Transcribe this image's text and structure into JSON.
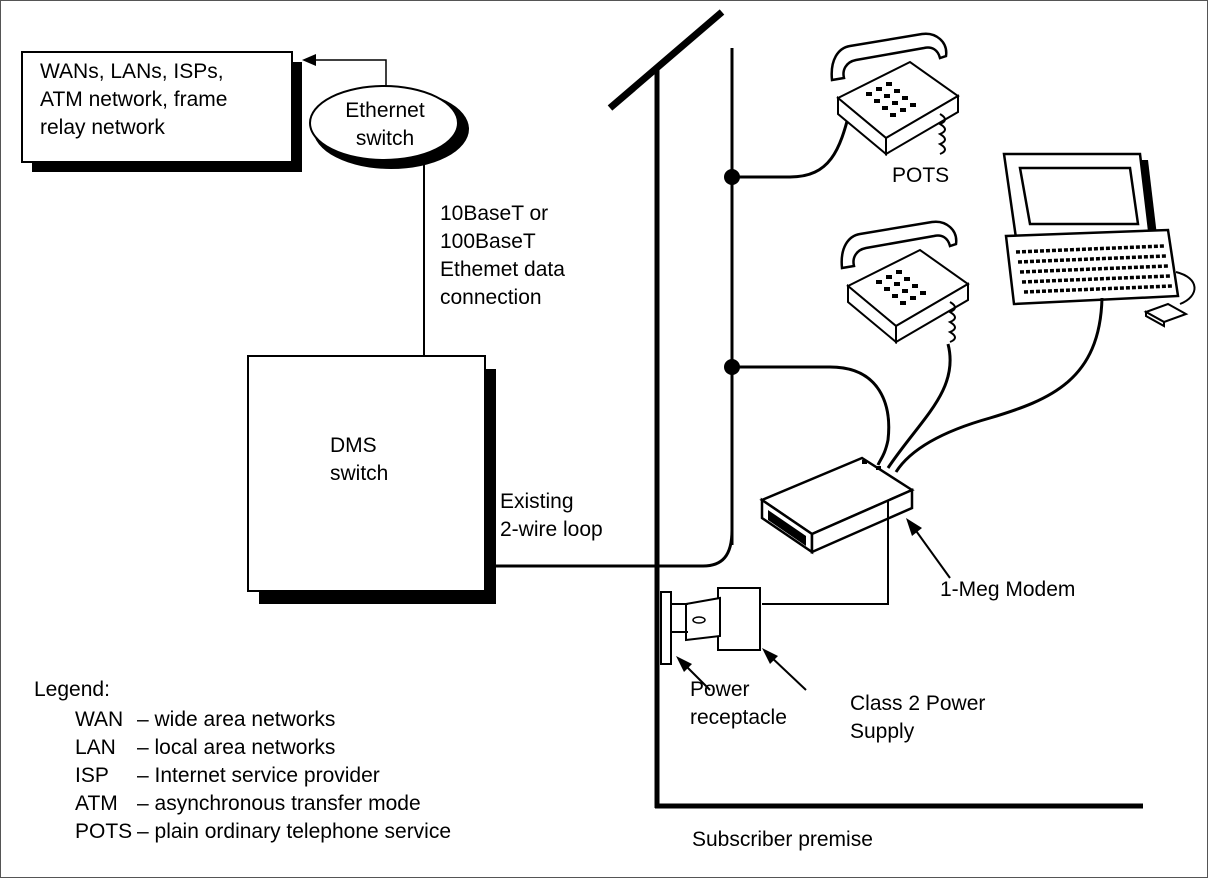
{
  "nodes": {
    "networks": "WANs, LANs, ISPs,\nATM network, frame\nrelay network",
    "ethernet_switch": "Ethernet\nswitch",
    "dms_switch": "DMS\nswitch"
  },
  "labels": {
    "data_connection": "10BaseT or\n100BaseT\nEthemet data\nconnection",
    "loop": "Existing\n2-wire loop",
    "pots": "POTS",
    "modem": "1-Meg Modem",
    "power_receptacle": "Power\nreceptacle",
    "power_supply": "Class 2 Power\nSupply",
    "premise": "Subscriber premise"
  },
  "legend": {
    "title": "Legend:",
    "items": [
      {
        "abbr": "WAN",
        "desc": "– wide area networks"
      },
      {
        "abbr": "LAN",
        "desc": "– local area networks"
      },
      {
        "abbr": "ISP",
        "desc": "– Internet service provider"
      },
      {
        "abbr": "ATM",
        "desc": "– asynchronous transfer mode"
      },
      {
        "abbr": "POTS",
        "desc": "– plain ordinary telephone service"
      }
    ]
  },
  "icons": [
    "telephone-icon",
    "computer-icon",
    "modem-icon",
    "mouse-icon",
    "power-supply-icon",
    "power-receptacle-icon"
  ],
  "colors": {
    "line": "#000000",
    "background": "#ffffff"
  }
}
